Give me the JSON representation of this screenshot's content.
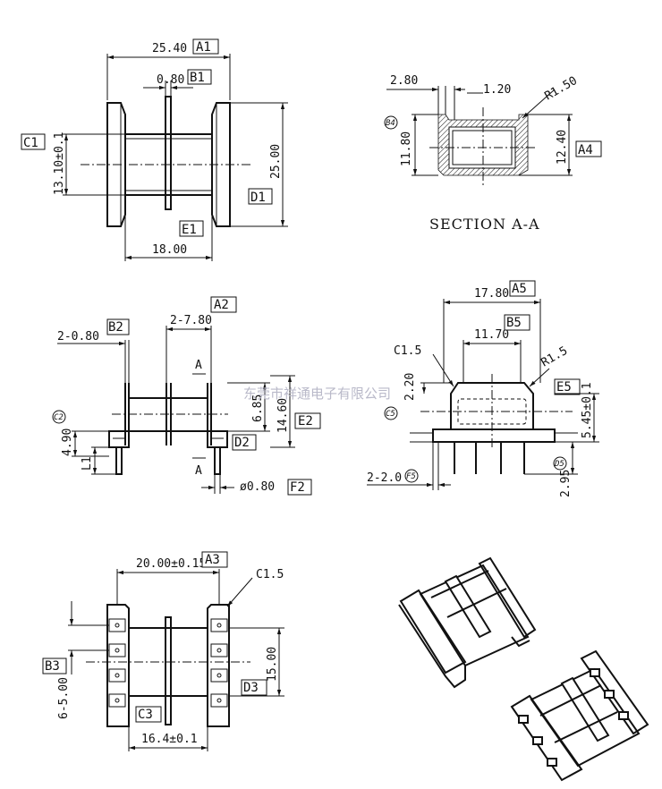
{
  "watermark": "东莞市祥通电子有限公司",
  "section_title": "SECTION A-A",
  "top_view": {
    "dim_width": "25.40",
    "tag_width": "A1",
    "dim_flange": "0.80",
    "tag_flange": "B1",
    "dim_core": "13.10±0.1",
    "tag_core": "C1",
    "dim_height": "25.00",
    "tag_height": "D1",
    "dim_bottom": "18.00",
    "tag_bottom": "E1"
  },
  "section_view": {
    "dim_left": "2.80",
    "dim_gap": "1.20",
    "dim_radius": "R1.50",
    "dim_h1": "11.80",
    "tag_h1": "B4",
    "dim_h2": "12.40",
    "tag_h2": "A4"
  },
  "front_view": {
    "dim_pins": "2-0.80",
    "tag_pins": "B2",
    "dim_pitch": "2-7.80",
    "tag_pitch": "A2",
    "cut_a": "A",
    "dim_inner": "6.85",
    "dim_total": "14.60",
    "tag_total": "E2",
    "dim_base": "4.90",
    "tag_base": "C2",
    "tag_d2": "D2",
    "tag_l1": "L1",
    "dim_pin": "ø0.80",
    "tag_pin": "F2"
  },
  "side_view": {
    "dim_width": "17.80",
    "tag_width": "A5",
    "dim_inner": "11.70",
    "tag_inner": "B5",
    "chamfer": "C1.5",
    "radius": "R1.5",
    "dim_top": "2.20",
    "tag_e5": "E5",
    "tag_c5": "C5",
    "dim_base": "5.45±0.1",
    "dim_pins": "2-2.0",
    "tag_f5": "F5",
    "tag_d5": "D5",
    "dim_pin_len": "2.95"
  },
  "bottom_view": {
    "dim_span": "20.00±0.15",
    "tag_span": "A3",
    "chamfer": "C1.5",
    "tag_b3": "B3",
    "dim_pitch": "6-5.00",
    "dim_height": "15.00",
    "tag_height": "D3",
    "tag_c3": "C3",
    "dim_width": "16.4±0.1"
  }
}
